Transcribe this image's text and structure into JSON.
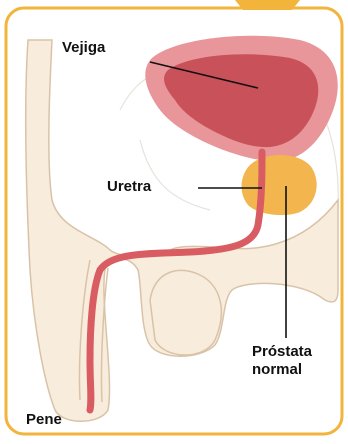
{
  "labels": {
    "bladder": "Vejiga",
    "urethra": "Uretra",
    "prostate_line1": "Próstata",
    "prostate_line2": "normal",
    "penis": "Pene"
  },
  "colors": {
    "frame_border": "#f2b43a",
    "frame_tab": "#f2b43a",
    "skin": "#f8ecdc",
    "skin_outline": "#d9c3a8",
    "bladder_outer": "#e8969a",
    "bladder_inner": "#c9515a",
    "urethra": "#d95c63",
    "prostate": "#f3b54e",
    "leader_line": "#111111"
  }
}
